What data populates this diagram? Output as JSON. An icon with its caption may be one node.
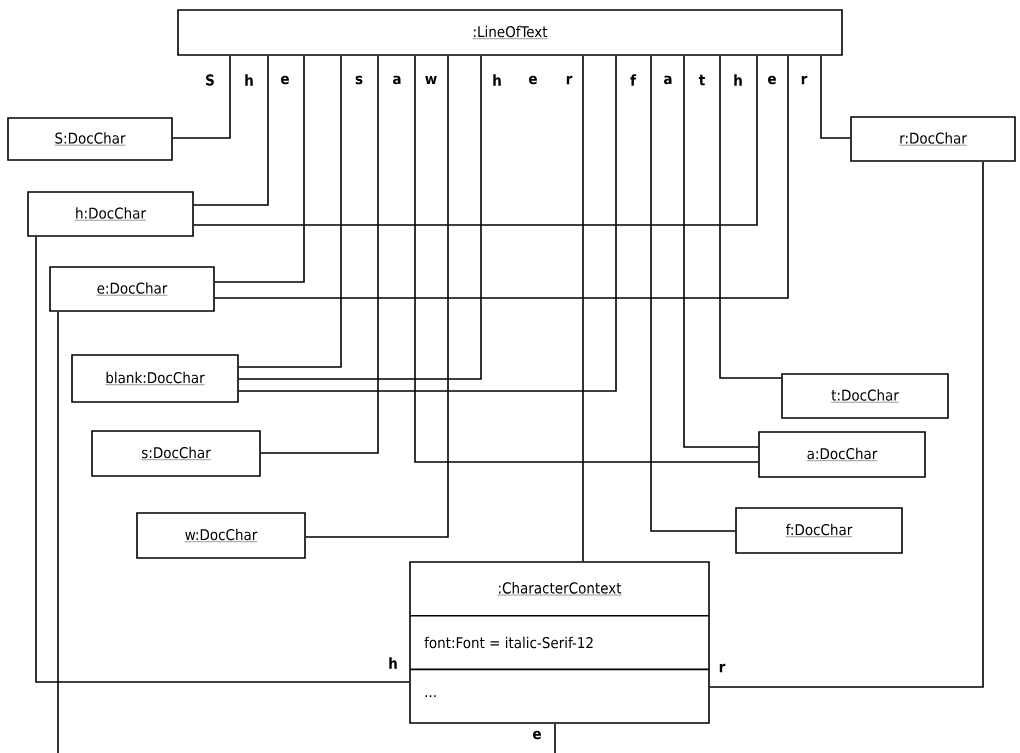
{
  "diagram": {
    "nodes": [
      {
        "text": [
          ":LineOfText"
        ]
      },
      {
        "text": [
          "S:DocChar"
        ]
      },
      {
        "text": [
          "r:DocChar"
        ]
      },
      {
        "text": [
          "h:DocChar"
        ]
      },
      {
        "text": [
          "e:DocChar"
        ]
      },
      {
        "text": [
          "blank:DocChar"
        ]
      },
      {
        "text": [
          "t:DocChar"
        ]
      },
      {
        "text": [
          "s:DocChar"
        ]
      },
      {
        "text": [
          "a:DocChar"
        ]
      },
      {
        "text": [
          "w:DocChar"
        ]
      },
      {
        "text": [
          "f:DocChar"
        ]
      },
      {
        "text": [
          ":CharacterContext",
          "font:Font = italic-Serif-12",
          "..."
        ]
      }
    ],
    "edges": [
      {
        "from": 0,
        "to": 1,
        "arrow": "none",
        "label": "S"
      },
      {
        "from": 0,
        "to": 3,
        "arrow": "none",
        "label": "h"
      },
      {
        "from": 0,
        "to": 4,
        "arrow": "none",
        "label": "e"
      },
      {
        "from": 0,
        "to": 5,
        "arrow": "none"
      },
      {
        "from": 0,
        "to": 7,
        "arrow": "none",
        "label": "s"
      },
      {
        "from": 0,
        "to": 8,
        "arrow": "none",
        "label": "a"
      },
      {
        "from": 0,
        "to": 9,
        "arrow": "none",
        "label": "w"
      },
      {
        "from": 0,
        "to": 5,
        "arrow": "none"
      },
      {
        "from": 0,
        "to": 11,
        "arrow": "none"
      },
      {
        "from": 0,
        "to": 5,
        "arrow": "none"
      },
      {
        "from": 0,
        "to": 10,
        "arrow": "none",
        "label": "f"
      },
      {
        "from": 0,
        "to": 8,
        "arrow": "none",
        "label": "a"
      },
      {
        "from": 0,
        "to": 6,
        "arrow": "none",
        "label": "t"
      },
      {
        "from": 0,
        "to": 3,
        "arrow": "none",
        "label": "h"
      },
      {
        "from": 0,
        "to": 4,
        "arrow": "none",
        "label": "e"
      },
      {
        "from": 0,
        "to": 2,
        "arrow": "none",
        "label": "r"
      },
      {
        "from": 3,
        "to": 11,
        "arrow": "none",
        "label": "h"
      },
      {
        "from": 2,
        "to": 11,
        "arrow": "none",
        "label": "r"
      },
      {
        "from": 4,
        "to": 11,
        "arrow": "none",
        "label": "e"
      }
    ],
    "labels": [
      "h",
      "e",
      "r"
    ]
  }
}
